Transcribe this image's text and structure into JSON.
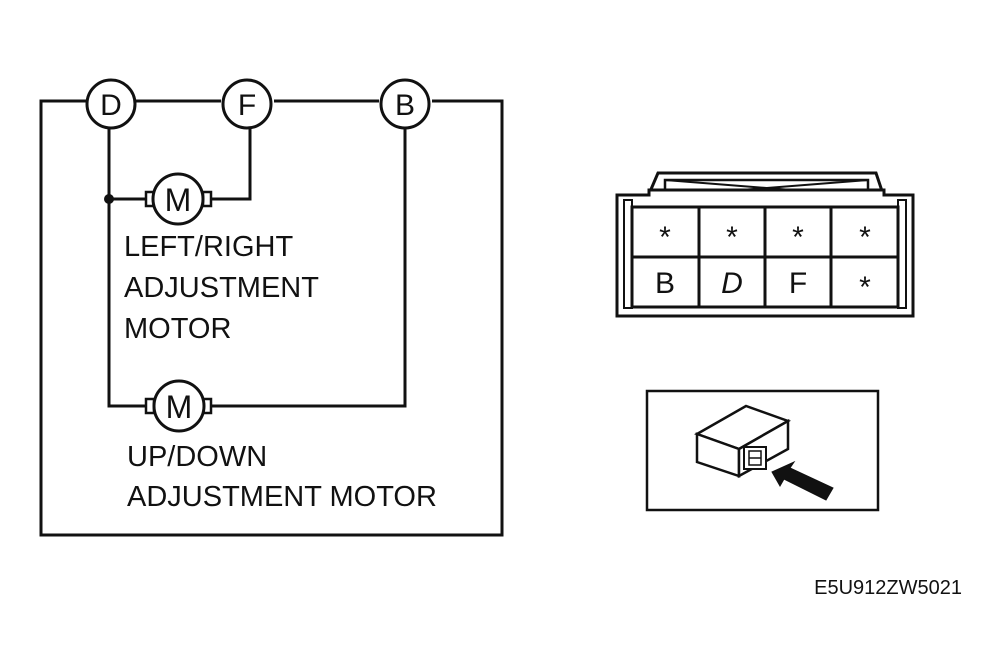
{
  "circuit": {
    "terminals": [
      "D",
      "F",
      "B"
    ],
    "motor_symbol": "M",
    "left_right_motor_label": [
      "LEFT/RIGHT",
      "ADJUSTMENT",
      "MOTOR"
    ],
    "up_down_motor_label": [
      "UP/DOWN",
      "ADJUSTMENT MOTOR"
    ]
  },
  "connector": {
    "rows": [
      [
        "*",
        "*",
        "*",
        "*"
      ],
      [
        "B",
        "D",
        "F",
        "*"
      ]
    ]
  },
  "figure_code": "E5U912ZW5021"
}
